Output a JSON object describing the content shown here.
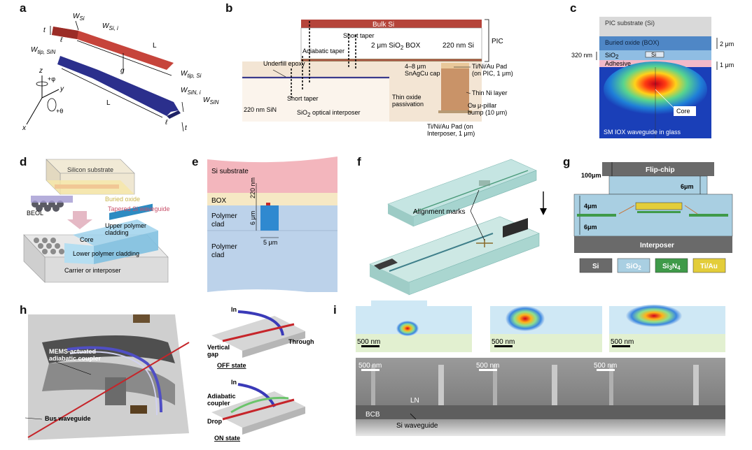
{
  "panels": {
    "a": {
      "label": "a",
      "t": "t",
      "wsi": "W",
      "wsi_sub": "Si",
      "wsii": "W",
      "wsii_sub": "Si, i",
      "wtipsin": "W",
      "wtipsin_sub": "tip, SiN",
      "g": "g",
      "L1": "L",
      "L2": "L",
      "wtipsi": "W",
      "wtipsi_sub": "tip, Si",
      "wsini": "W",
      "wsini_sub": "SiN, i",
      "wsin": "W",
      "wsin_sub": "SiN",
      "lt": "ℓ",
      "axz": "z",
      "axy": "y",
      "axx": "x",
      "axphi": "+φ",
      "axth": "+θ"
    },
    "b": {
      "label": "b",
      "bulk": "Bulk Si",
      "box": "2 μm SiO",
      "box_sub": "2",
      "box_end": " BOX",
      "si220": "220 nm Si",
      "pic": "PIC",
      "short_taper_top": "Short taper",
      "adiabatic": "Adiabatic taper",
      "underfill": "Underfill epoxy",
      "short_taper_bot": "Short taper",
      "sin": "220 nm SiN",
      "interposer": "SiO",
      "interposer_sub": "2",
      "interposer_end": " optical interposer",
      "thin_oxide1": "Thin oxide",
      "thin_oxide2": "passivation",
      "sncap1": "4–8 μm",
      "sncap2": "SnAgCu cap",
      "pad_pic1": "Ti/Ni/Au Pad",
      "pad_pic2": "(on PIC, 1 μm)",
      "ni": "Thin Ni layer",
      "cu1": "Cu μ-pillar",
      "cu2": "bump (10 μm)",
      "pad_int1": "Ti/Ni/Au Pad (on",
      "pad_int2": "Interposer, 1 μm)"
    },
    "c": {
      "label": "c",
      "sub": "PIC substrate (Si)",
      "box": "Buried oxide (BOX)",
      "sio2": "SiO",
      "sio2_sub": "2",
      "si": "Si",
      "adh": "Adhesive",
      "nm": "320 nm",
      "um2": "2 μm",
      "um1": "1 μm",
      "core": "Core",
      "sm": "SM IOX waveguide in glass"
    },
    "d": {
      "label": "d",
      "silicon": "Silicon substrate",
      "buried": "Buried oxide",
      "beol": "BEOL",
      "tapered": "Tapered Si waveguide",
      "upper1": "Upper polymer",
      "upper2": "cladding",
      "core": "Core",
      "lower": "Lower polymer cladding",
      "carrier": "Carrier or interposer"
    },
    "e": {
      "label": "e",
      "si": "Si substrate",
      "box": "BOX",
      "nm": "220 nm",
      "clad1a": "Polymer",
      "clad1b": "clad",
      "um6": "6 μm",
      "um5": "5 μm",
      "clad2a": "Polymer",
      "clad2b": "clad"
    },
    "f": {
      "label": "f",
      "align": "Alignment marks"
    },
    "g": {
      "label": "g",
      "flip": "Flip-chip",
      "um100": "100μm",
      "um6a": "6μm",
      "um4": "4μm",
      "um6b": "6μm",
      "interposer": "Interposer",
      "leg_si": "Si",
      "leg_sio2": "SiO",
      "leg_sio2_sub": "2",
      "leg_si3n4": "Si",
      "leg_si3n4_sub1": "3",
      "leg_si3n4_mid": "N",
      "leg_si3n4_sub2": "4",
      "leg_tiau": "Ti/Au"
    },
    "h": {
      "label": "h",
      "mems1": "MEMS-actuated",
      "mems2": "adiabatic coupler",
      "bus": "Bus waveguide",
      "in1": "In",
      "vert1": "Vertical",
      "vert2": "gap",
      "through": "Through",
      "off": "OFF state",
      "in2": "In",
      "adi1": "Adiabatic",
      "adi2": "coupler",
      "drop": "Drop",
      "on": "ON state"
    },
    "i": {
      "label": "i",
      "nm1": "500 nm",
      "nm2": "500 nm",
      "nm3": "500 nm",
      "nm4": "500 nm",
      "nm5": "500 nm",
      "nm6": "500 nm",
      "ln": "LN",
      "bcb": "BCB",
      "siwg": "Si waveguide"
    }
  },
  "colors": {
    "red": "#c6443b",
    "blue": "#2b2f8c",
    "sio2": "#a9cfe2",
    "si3n4": "#3f9a49",
    "tiau": "#e3cd3a",
    "si": "#6a6a6a"
  }
}
